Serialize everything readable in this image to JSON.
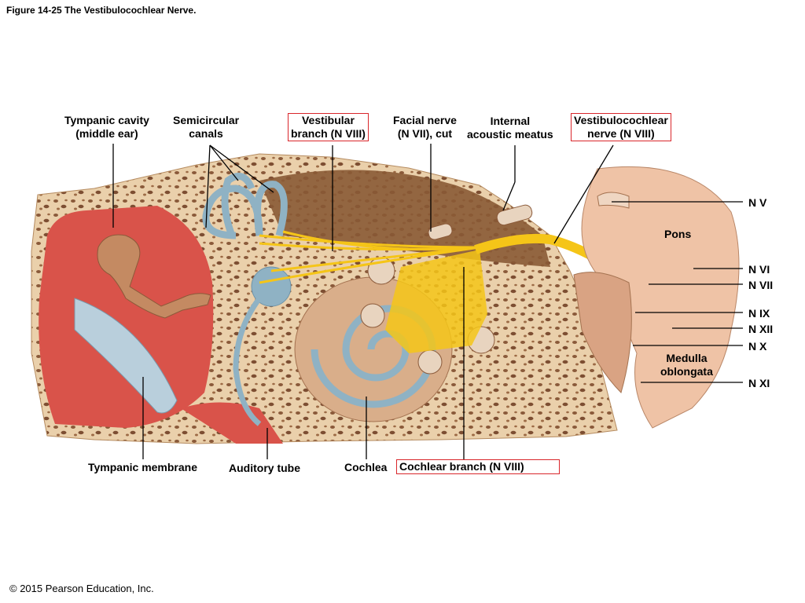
{
  "figure_title": "Figure 14-25 The Vestibulocochlear Nerve.",
  "copyright": "© 2015 Pearson Education, Inc.",
  "labels": {
    "tympanic_cavity": [
      "Tympanic cavity",
      "(middle ear)"
    ],
    "semicircular_canals": [
      "Semicircular",
      "canals"
    ],
    "vestibular_branch": [
      "Vestibular",
      "branch (N VIII)"
    ],
    "facial_nerve": [
      "Facial nerve",
      "(N VII), cut"
    ],
    "internal_acoustic_meatus": [
      "Internal",
      "acoustic meatus"
    ],
    "vestibulocochlear_nerve": [
      "Vestibulocochlear",
      "nerve (N VIII)"
    ],
    "n_v": "N V",
    "pons": "Pons",
    "n_vi": "N VI",
    "n_vii": "N VII",
    "n_ix": "N IX",
    "n_xii": "N XII",
    "n_x": "N X",
    "medulla": [
      "Medulla",
      "oblongata"
    ],
    "n_xi": "N XI",
    "tympanic_membrane": "Tympanic membrane",
    "auditory_tube": "Auditory tube",
    "cochlea": "Cochlea",
    "cochlear_branch": "Cochlear branch (N VIII)"
  },
  "colors": {
    "highlight_box": "#d9262b",
    "nerve": "#f5c518",
    "bone": "#e9cba4",
    "middle_ear": "#d9534a"
  }
}
